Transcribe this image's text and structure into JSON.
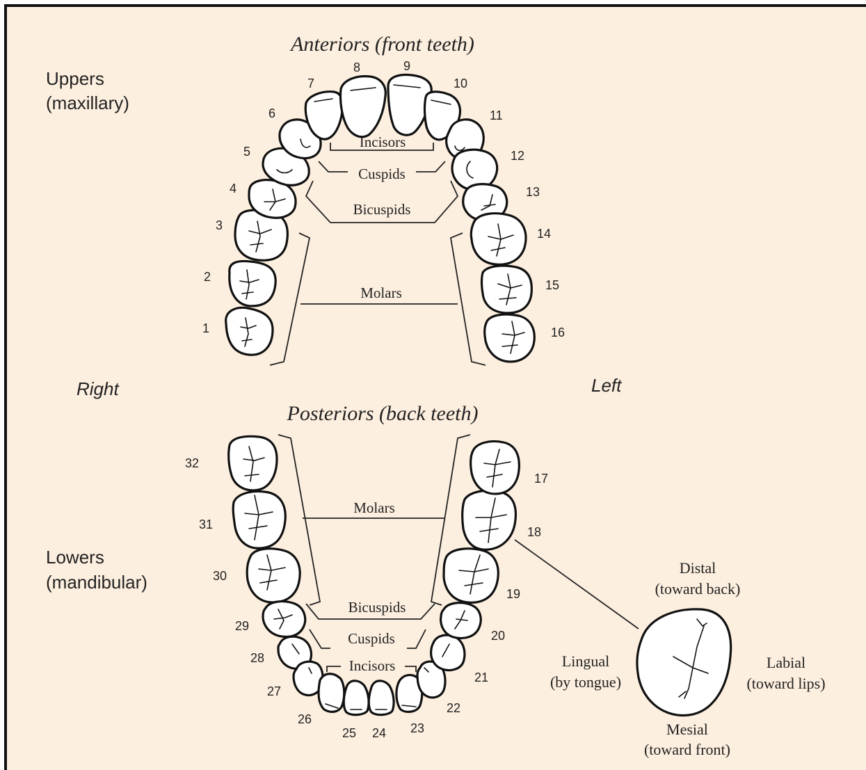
{
  "titles": {
    "anteriors": "Anteriors (front teeth)",
    "posteriors": "Posteriors (back teeth)"
  },
  "arches": {
    "upper_line1": "Uppers",
    "upper_line2": "(maxillary)",
    "lower_line1": "Lowers",
    "lower_line2": "(mandibular)"
  },
  "sides": {
    "right": "Right",
    "left": "Left"
  },
  "upper_groups": {
    "incisors": "Incisors",
    "cuspids": "Cuspids",
    "bicuspids": "Bicuspids",
    "molars": "Molars"
  },
  "lower_groups": {
    "molars": "Molars",
    "bicuspids": "Bicuspids",
    "cuspids": "Cuspids",
    "incisors": "Incisors"
  },
  "teeth": {
    "upper": [
      "1",
      "2",
      "3",
      "4",
      "5",
      "6",
      "7",
      "8",
      "9",
      "10",
      "11",
      "12",
      "13",
      "14",
      "15",
      "16"
    ],
    "lower": [
      "17",
      "18",
      "19",
      "20",
      "21",
      "22",
      "23",
      "24",
      "25",
      "26",
      "27",
      "28",
      "29",
      "30",
      "31",
      "32"
    ]
  },
  "surfaces": {
    "distal_line1": "Distal",
    "distal_line2": "(toward back)",
    "mesial_line1": "Mesial",
    "mesial_line2": "(toward front)",
    "lingual_line1": "Lingual",
    "lingual_line2": "(by tongue)",
    "labial_line1": "Labial",
    "labial_line2": "(toward lips)"
  },
  "colors": {
    "background": "#fdefdf",
    "outline": "#111111",
    "tooth_fill": "#ffffff"
  }
}
